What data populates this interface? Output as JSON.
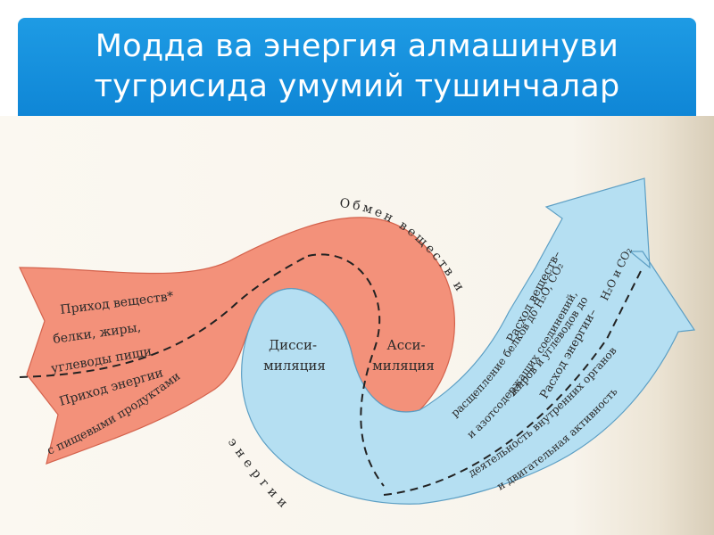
{
  "title": {
    "line1": "Модда ва энергия алмашинуви",
    "line2": "тугрисида умумий тушинчалар"
  },
  "diagram": {
    "arc_top": "Обмен веществ и",
    "arc_bottom": "энергии",
    "intake_substances": "Приход веществ*",
    "intake_substances_2": "белки, жиры,",
    "intake_substances_3": "углеводы пищи",
    "intake_energy": "Приход энергии",
    "intake_energy_2": "с пищевыми продуктами",
    "dissimilation_1": "Дисси-",
    "dissimilation_2": "миляция",
    "assimilation_1": "Асси-",
    "assimilation_2": "миляция",
    "out_subst_1": "Расход веществ–",
    "out_subst_2": "расщепление белков до H₂O, CO₂",
    "out_subst_3": "и азотсодержащих соединений,",
    "out_subst_4": "жиров и углеводов до",
    "out_subst_5": "H₂O и CO₂",
    "out_energy_1": "Расход энергии–",
    "out_energy_2": "деятельность внутренних органов",
    "out_energy_3": "и двигательная активность"
  },
  "colors": {
    "title_bg": "#1690dc",
    "salmon": "#f3917a",
    "blue": "#b5dff2"
  }
}
